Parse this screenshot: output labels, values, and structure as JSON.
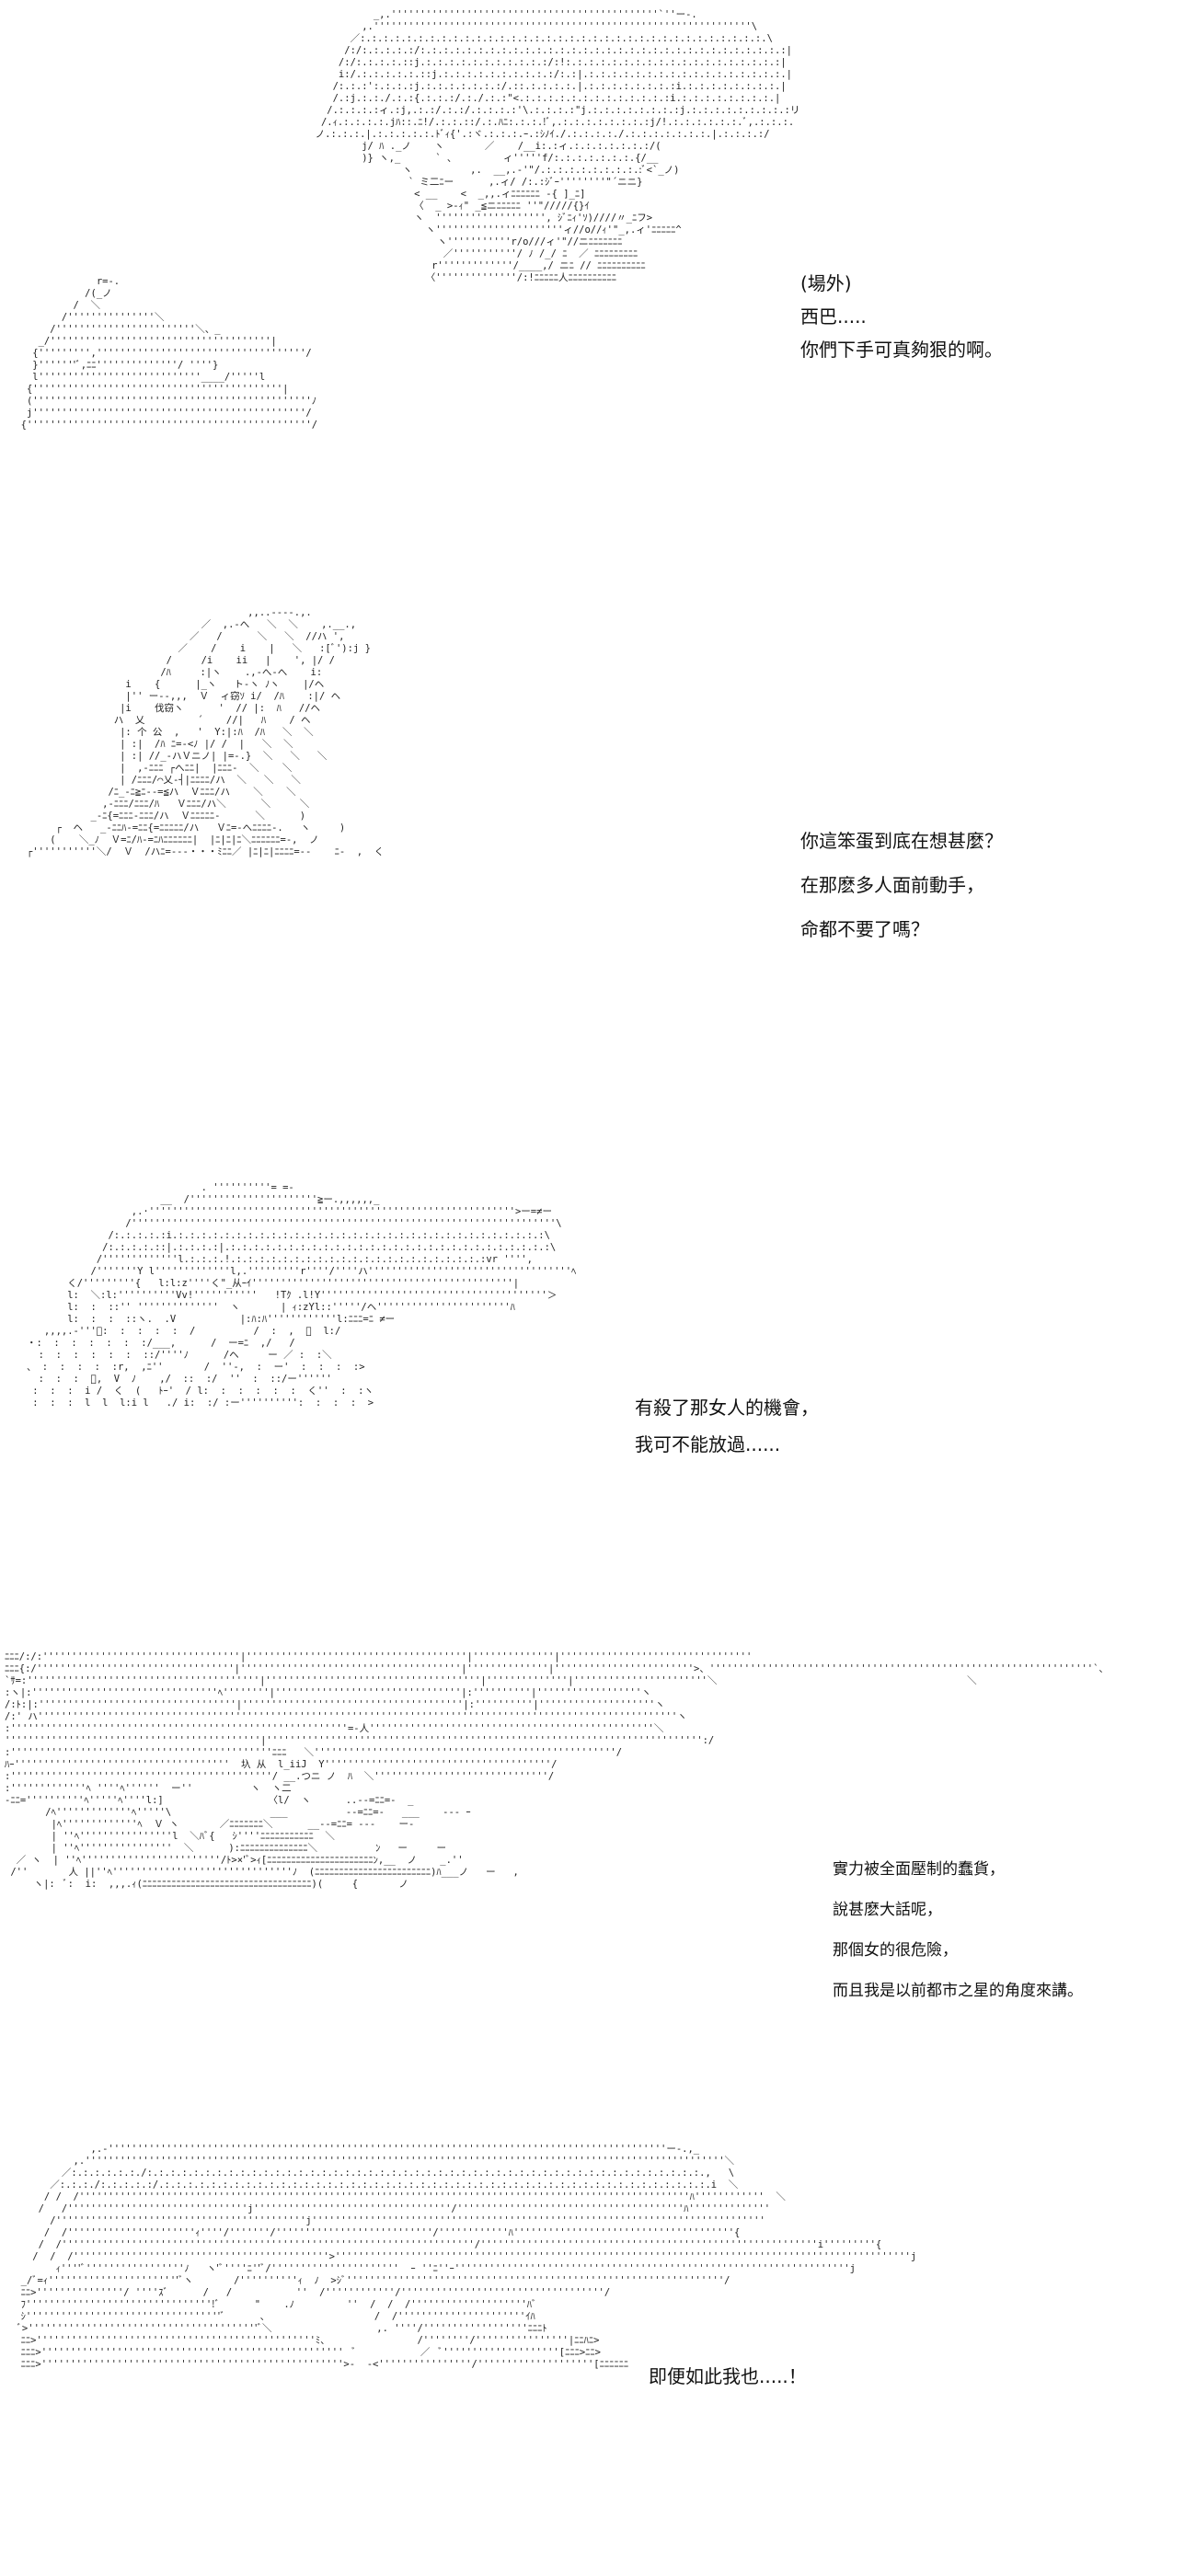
{
  "panels": [
    {
      "id": "panel-1",
      "lines": [
        "(場外)",
        "西巴.....",
        "你們下手可真夠狠的啊。"
      ]
    },
    {
      "id": "panel-2",
      "lines": [
        "你這笨蛋到底在想甚麼？",
        "在那麽多人面前動手，",
        "命都不要了嗎？"
      ]
    },
    {
      "id": "panel-3",
      "lines": [
        "有殺了那女人的機會，",
        "我可不能放過......"
      ]
    },
    {
      "id": "panel-4",
      "lines": [
        "實力被全面壓制的蠢貨，",
        "說甚麽大話呢，",
        "那個女的很危險，",
        "而且我是以前都市之星的角度來講。"
      ]
    },
    {
      "id": "panel-5",
      "lines": [
        "即便如此我也.....！"
      ]
    }
  ]
}
